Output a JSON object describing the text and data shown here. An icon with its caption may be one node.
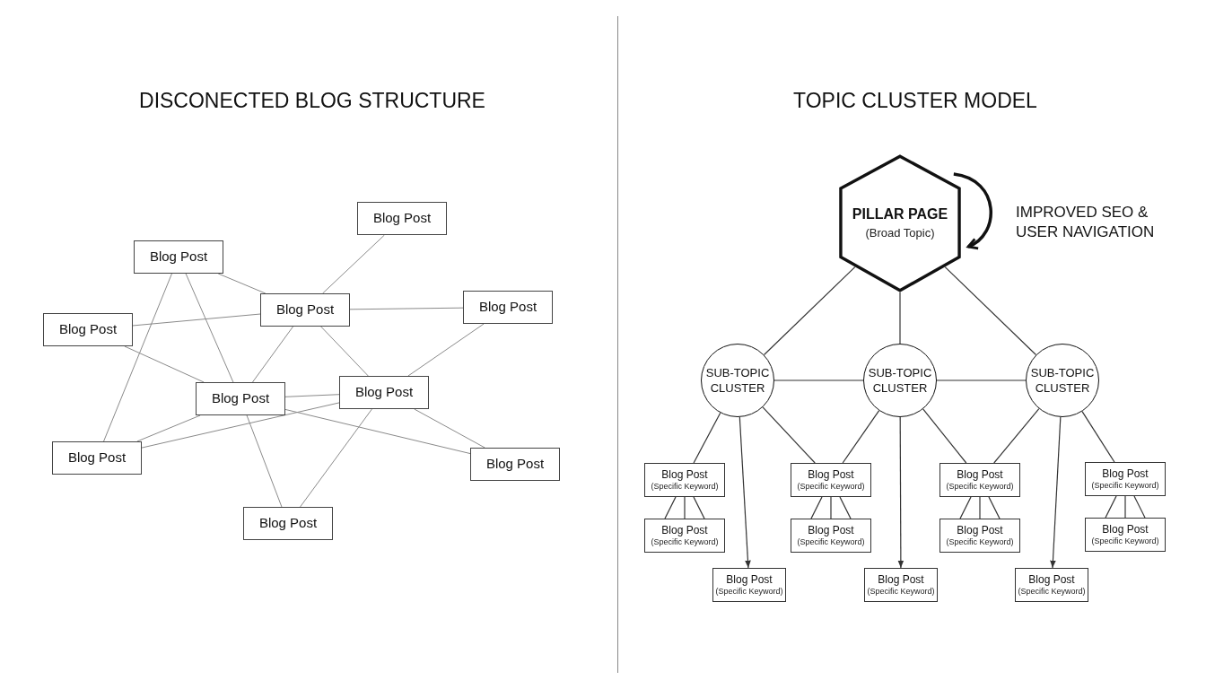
{
  "diagram": {
    "nodes": [
      {
        "text": [
          "Blog Post"
        ]
      },
      {
        "text": [
          "Blog Post"
        ]
      },
      {
        "text": [
          "Blog Post"
        ]
      },
      {
        "text": [
          "Blog Post"
        ]
      },
      {
        "text": [
          "Blog Post"
        ]
      },
      {
        "text": [
          "Blog Post"
        ]
      },
      {
        "text": [
          "Blog Post"
        ]
      },
      {
        "text": [
          "Blog Post"
        ]
      },
      {
        "text": [
          "Blog Post"
        ]
      },
      {
        "text": [
          "Blog Post"
        ]
      },
      {
        "text": [
          "PILLAR PAGE",
          "(Broad Topic)"
        ]
      },
      {
        "text": [
          "SUB-TOPIC CLUSTER"
        ]
      },
      {
        "text": [
          "SUB-TOPIC CLUSTER"
        ]
      },
      {
        "text": [
          "SUB-TOPIC CLUSTER"
        ]
      },
      {
        "text": [
          "Blog Post",
          "(Specific Keyword)"
        ]
      },
      {
        "text": [
          "Blog Post",
          "(Specific Keyword)"
        ]
      },
      {
        "text": [
          "Blog Post",
          "(Specific Keyword)"
        ]
      },
      {
        "text": [
          "Blog Post",
          "(Specific Keyword)"
        ]
      },
      {
        "text": [
          "Blog Post",
          "(Specific Keyword)"
        ]
      },
      {
        "text": [
          "Blog Post",
          "(Specific Keyword)"
        ]
      },
      {
        "text": [
          "Blog Post",
          "(Specific Keyword)"
        ]
      },
      {
        "text": [
          "Blog Post",
          "(Specific Keyword)"
        ]
      },
      {
        "text": [
          "Blog Post",
          "(Specific Keyword)"
        ]
      },
      {
        "text": [
          "Blog Post",
          "(Specific Keyword)"
        ]
      },
      {
        "text": [
          "Blog Post",
          "(Specific Keyword)"
        ]
      }
    ],
    "edges": [
      {
        "from": 0,
        "to": 2,
        "arrow": "none"
      },
      {
        "from": 1,
        "to": 2,
        "arrow": "none"
      },
      {
        "from": 1,
        "to": 5,
        "arrow": "none"
      },
      {
        "from": 1,
        "to": 7,
        "arrow": "none"
      },
      {
        "from": 4,
        "to": 2,
        "arrow": "none"
      },
      {
        "from": 4,
        "to": 5,
        "arrow": "none"
      },
      {
        "from": 2,
        "to": 3,
        "arrow": "none"
      },
      {
        "from": 2,
        "to": 5,
        "arrow": "none"
      },
      {
        "from": 2,
        "to": 6,
        "arrow": "none"
      },
      {
        "from": 3,
        "to": 6,
        "arrow": "none"
      },
      {
        "from": 5,
        "to": 6,
        "arrow": "none"
      },
      {
        "from": 5,
        "to": 7,
        "arrow": "none"
      },
      {
        "from": 5,
        "to": 8,
        "arrow": "none"
      },
      {
        "from": 5,
        "to": 9,
        "arrow": "none"
      },
      {
        "from": 7,
        "to": 6,
        "arrow": "none"
      },
      {
        "from": 6,
        "to": 8,
        "arrow": "none"
      },
      {
        "from": 6,
        "to": 9,
        "arrow": "none"
      },
      {
        "from": 10,
        "to": 11,
        "arrow": "none"
      },
      {
        "from": 10,
        "to": 12,
        "arrow": "none"
      },
      {
        "from": 10,
        "to": 13,
        "arrow": "none"
      },
      {
        "from": 11,
        "to": 12,
        "arrow": "none"
      },
      {
        "from": 12,
        "to": 13,
        "arrow": "none"
      },
      {
        "from": 11,
        "to": 14,
        "arrow": "none"
      },
      {
        "from": 11,
        "to": 15,
        "arrow": "none"
      },
      {
        "from": 12,
        "to": 15,
        "arrow": "none"
      },
      {
        "from": 12,
        "to": 16,
        "arrow": "none"
      },
      {
        "from": 13,
        "to": 16,
        "arrow": "none"
      },
      {
        "from": 13,
        "to": 17,
        "arrow": "none"
      },
      {
        "from": 11,
        "to": 22,
        "arrow": "to"
      },
      {
        "from": 12,
        "to": 23,
        "arrow": "to"
      },
      {
        "from": 13,
        "to": 24,
        "arrow": "to"
      },
      {
        "from": 14,
        "to": 18,
        "arrow": "none"
      },
      {
        "from": 14,
        "to": 18,
        "arrow": "none"
      },
      {
        "from": 14,
        "to": 18,
        "arrow": "none"
      },
      {
        "from": 15,
        "to": 19,
        "arrow": "none"
      },
      {
        "from": 15,
        "to": 19,
        "arrow": "none"
      },
      {
        "from": 15,
        "to": 19,
        "arrow": "none"
      },
      {
        "from": 16,
        "to": 20,
        "arrow": "none"
      },
      {
        "from": 16,
        "to": 20,
        "arrow": "none"
      },
      {
        "from": 16,
        "to": 20,
        "arrow": "none"
      },
      {
        "from": 17,
        "to": 21,
        "arrow": "none"
      },
      {
        "from": 17,
        "to": 21,
        "arrow": "none"
      },
      {
        "from": 17,
        "to": 21,
        "arrow": "none"
      },
      {
        "from": 10,
        "to": 10,
        "arrow": "to",
        "style": "thick"
      }
    ],
    "labels": [
      "DISCONECTED BLOG STRUCTURE",
      "TOPIC CLUSTER MODEL",
      "IMPROVED SEO & USER NAVIGATION"
    ]
  }
}
